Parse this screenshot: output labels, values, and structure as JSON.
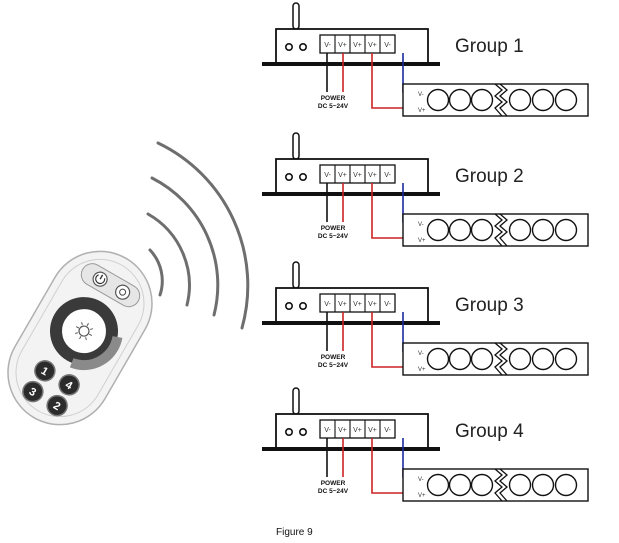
{
  "groups": [
    {
      "label": "Group 1",
      "terminals": [
        "V-",
        "V+",
        "V+",
        "V+",
        "V-"
      ],
      "power_label": "POWER",
      "voltage_label": "DC 5~24V",
      "strip_polarity": [
        "V-",
        "V+"
      ]
    },
    {
      "label": "Group 2",
      "terminals": [
        "V-",
        "V+",
        "V+",
        "V+",
        "V-"
      ],
      "power_label": "POWER",
      "voltage_label": "DC 5~24V",
      "strip_polarity": [
        "V-",
        "V+"
      ]
    },
    {
      "label": "Group 3",
      "terminals": [
        "V-",
        "V+",
        "V+",
        "V+",
        "V-"
      ],
      "power_label": "POWER",
      "voltage_label": "DC 5~24V",
      "strip_polarity": [
        "V-",
        "V+"
      ]
    },
    {
      "label": "Group 4",
      "terminals": [
        "V-",
        "V+",
        "V+",
        "V+",
        "V-"
      ],
      "power_label": "POWER",
      "voltage_label": "DC 5~24V",
      "strip_polarity": [
        "V-",
        "V+"
      ]
    }
  ],
  "remote": {
    "buttons": [
      "1",
      "2",
      "3",
      "4"
    ]
  },
  "caption": "Figure 9",
  "colors": {
    "line": "#111111",
    "positive_wire": "#cc2222",
    "negative_wire": "#1a2aa0",
    "remote_body": "#f2f2f2",
    "ring_dark": "#333333"
  }
}
